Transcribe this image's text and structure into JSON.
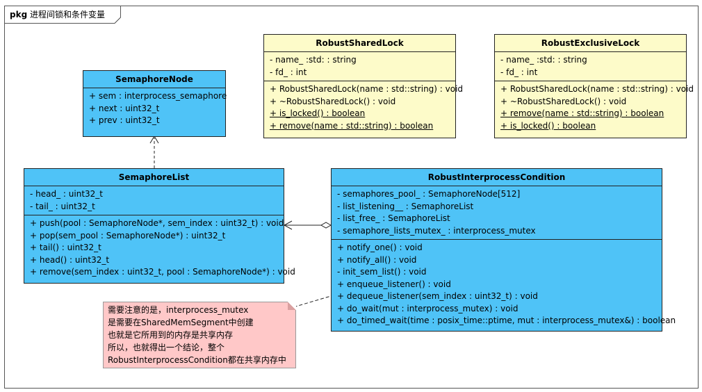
{
  "package": {
    "keyword": "pkg",
    "title": "进程间锁和条件变量"
  },
  "classes": {
    "semaphore_node": {
      "name": "SemaphoreNode",
      "attributes": [
        "+ sem : interprocess_semaphore",
        "+ next : uint32_t",
        "+ prev : uint32_t"
      ]
    },
    "robust_shared_lock": {
      "name": "RobustSharedLock",
      "attributes": [
        "- name_ :std: : string",
        "- fd_ : int"
      ],
      "operations": [
        "+ RobustSharedLock(name : std::string) : void",
        "+ ~RobustSharedLock() : void",
        "+ is_locked() : boolean",
        "+ remove(name : std::string) : boolean"
      ]
    },
    "robust_exclusive_lock": {
      "name": "RobustExclusiveLock",
      "attributes": [
        "- name_ :std: : string",
        "- fd_ : int"
      ],
      "operations": [
        "+ RobustSharedLock(name : std::string) : void",
        "+ ~RobustSharedLock() : void",
        "+ remove(name : std::string) : boolean",
        "+ is_locked() : boolean"
      ]
    },
    "semaphore_list": {
      "name": "SemaphoreList",
      "attributes": [
        "- head_ : uint32_t",
        "- tail_ : uint32_t"
      ],
      "operations": [
        "+ push(pool : SemaphoreNode*, sem_index : uint32_t) : void",
        "+ pop(sem_pool : SemaphoreNode*) : uint32_t",
        "+ tail() : uint32_t",
        "+ head() : uint32_t",
        "+ remove(sem_index : uint32_t, pool : SemaphoreNode*) : void"
      ]
    },
    "robust_interprocess_condition": {
      "name": "RobustInterprocessCondition",
      "attributes": [
        "- semaphores_pool_ : SemaphoreNode[512]",
        "- list_listening__ : SemaphoreList",
        "- list_free_ : SemaphoreList",
        "- semaphore_lists_mutex_ : interprocess_mutex"
      ],
      "operations": [
        "+ notify_one() : void",
        "+ notify_all() : void",
        "- init_sem_list() : void",
        "+ enqueue_listener() : void",
        "+ dequeue_listener(sem_index : uint32_t) : void",
        "+ do_wait(mut : interprocess_mutex) : void",
        "+ do_timed_wait(time : posix_time::ptime, mut : interprocess_mutex&) : boolean"
      ]
    }
  },
  "note": {
    "lines": [
      "需要注意的是，interprocess_mutex",
      "是需要在SharedMemSegment中创建",
      "也就是它所用到的内存是共享内存",
      "所以，也就得出一个结论，整个",
      "RobustInterprocessCondition都在共享内存中"
    ]
  },
  "colors": {
    "class_fill": "#4fc3f7",
    "lock_fill": "#fdfbc9",
    "note_fill": "#ffc8c8",
    "line": "#222222"
  }
}
